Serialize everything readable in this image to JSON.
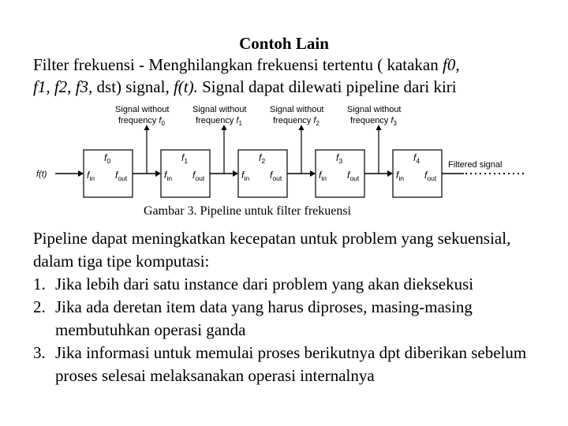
{
  "title": "Contoh Lain",
  "intro": {
    "line1_prefix": "Filter frekuensi - Menghilangkan frekuensi tertentu ( katakan ",
    "f0": "f0,",
    "line2_f1": "f1,",
    "line2_f2": "f2,",
    "line2_f3": "f3,",
    "line2_mid": " dst) signal, ",
    "ft": "f(t).",
    "line2_suffix": " Signal dapat dilewati pipeline dari  kiri"
  },
  "diagram": {
    "input_label": "f(t)",
    "output_label": "Filtered signal",
    "tap_line1": "Signal without",
    "tap_line2_prefix": "frequency ",
    "taps": [
      "f0",
      "f1",
      "f2",
      "f3"
    ],
    "stages": [
      {
        "freq": "f0",
        "in": "fin",
        "out": "fout"
      },
      {
        "freq": "f1",
        "in": "fin",
        "out": "fout"
      },
      {
        "freq": "f2",
        "in": "fin",
        "out": "fout"
      },
      {
        "freq": "f3",
        "in": "fin",
        "out": "fout"
      },
      {
        "freq": "f4",
        "in": "fin",
        "out": "fout"
      }
    ]
  },
  "caption": "Gambar 3. Pipeline untuk filter frekuensi",
  "body": {
    "paragraph": "Pipeline dapat meningkatkan kecepatan untuk problem yang sekuensial, dalam tiga tipe komputasi:",
    "items": [
      {
        "num": "1.",
        "text": "Jika lebih dari satu instance dari problem yang akan dieksekusi"
      },
      {
        "num": "2.",
        "text": "Jika ada deretan item data yang harus diproses, masing-masing membutuhkan operasi ganda"
      },
      {
        "num": "3.",
        "text": "Jika informasi untuk memulai proses berikutnya dpt diberikan sebelum proses selesai melaksanakan operasi internalnya"
      }
    ]
  }
}
